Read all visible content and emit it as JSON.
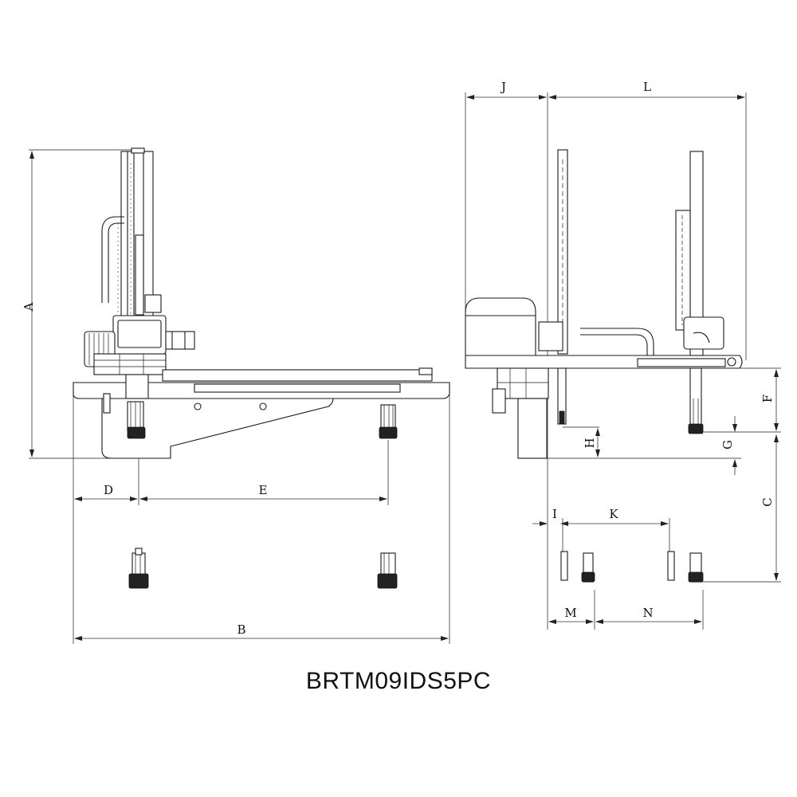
{
  "title": "BRTM09IDS5PC",
  "dimension_labels": {
    "A": "A",
    "B": "B",
    "C": "C",
    "D": "D",
    "E": "E",
    "F": "F",
    "G": "G",
    "H": "H",
    "I": "I",
    "J": "J",
    "K": "K",
    "L": "L",
    "M": "M",
    "N": "N"
  }
}
